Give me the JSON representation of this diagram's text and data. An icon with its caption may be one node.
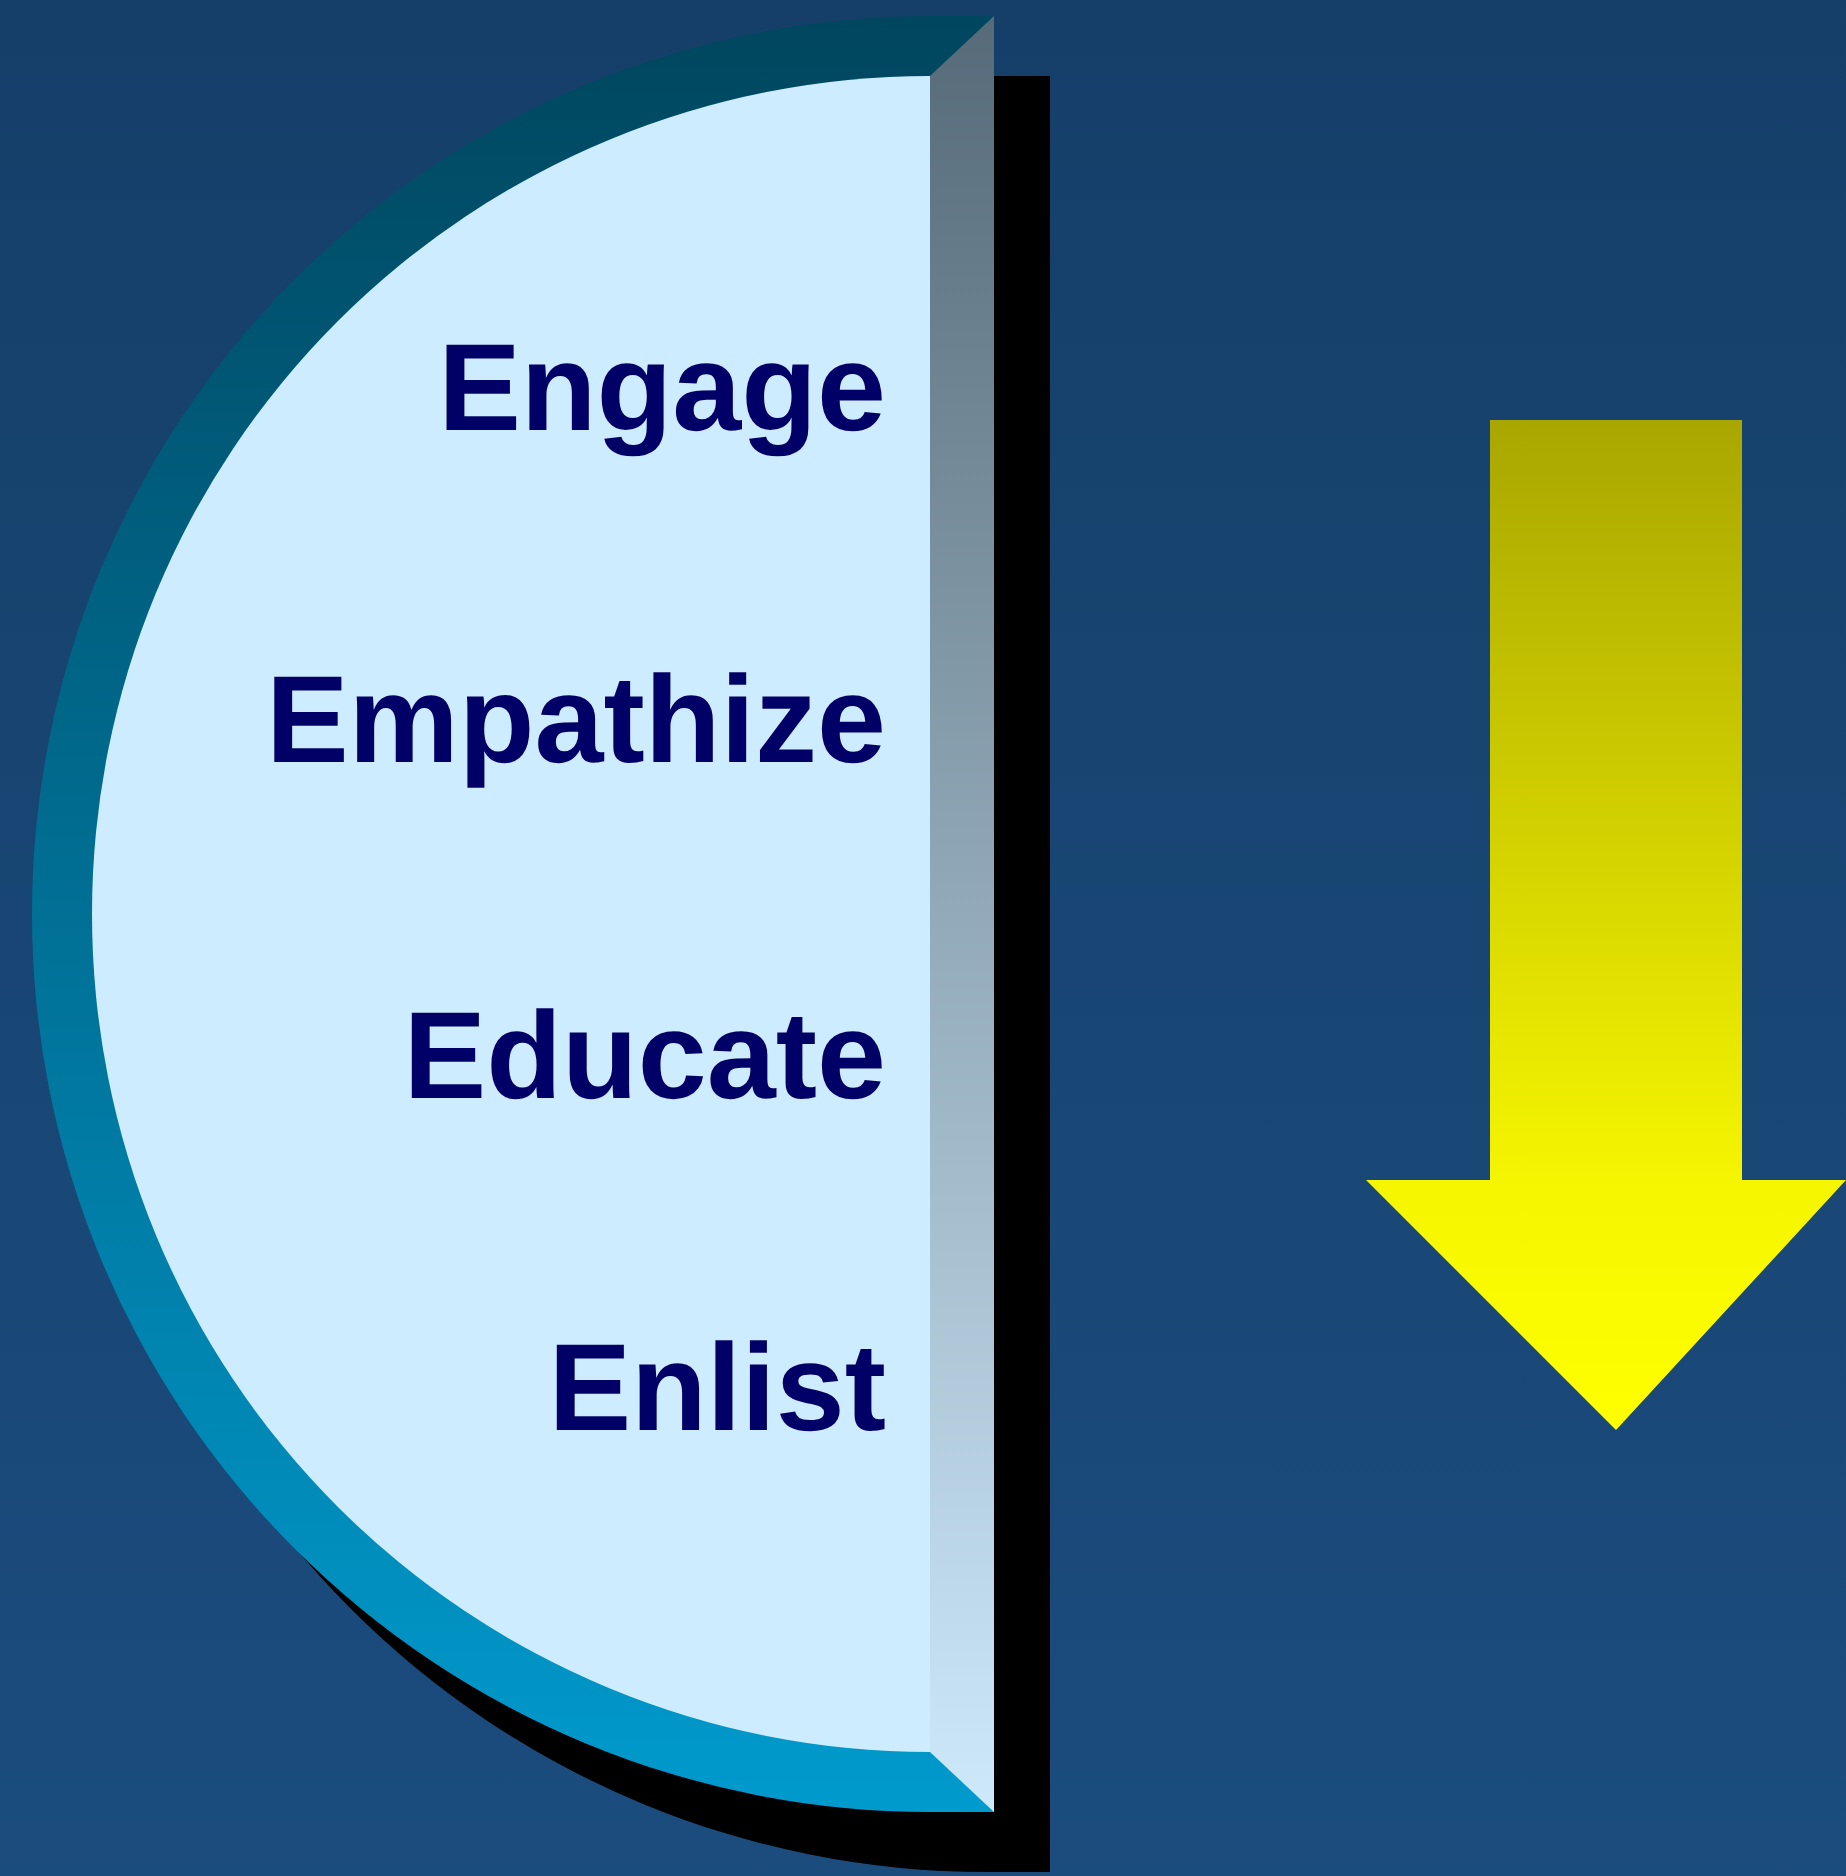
{
  "diagram": {
    "nodes": [
      {
        "text": [
          "Engage",
          "Empathize",
          "Educate",
          "Enlist"
        ]
      }
    ]
  }
}
